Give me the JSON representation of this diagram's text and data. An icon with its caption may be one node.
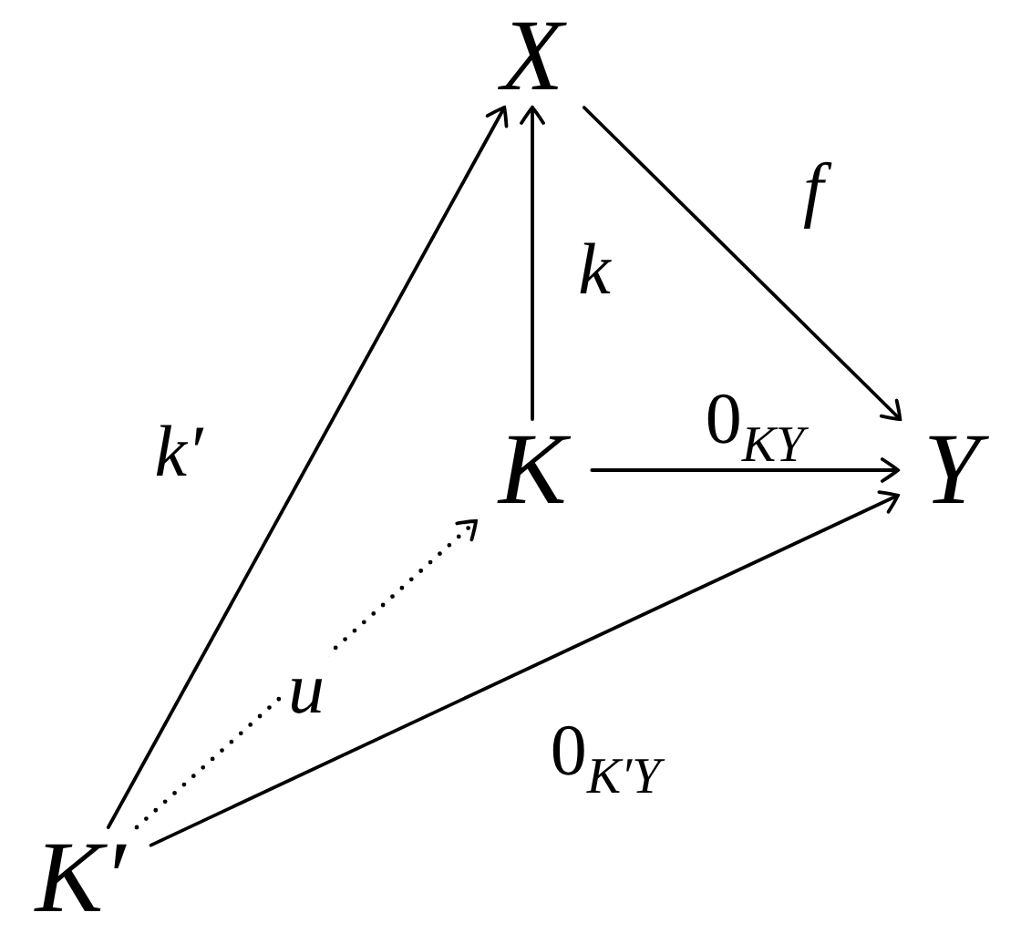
{
  "diagram": {
    "nodes": [
      {
        "text": [
          "X"
        ]
      },
      {
        "text": [
          "K"
        ]
      },
      {
        "text": [
          "Y"
        ]
      },
      {
        "text": [
          "K′"
        ]
      }
    ],
    "edges": [
      {
        "from": 1,
        "to": 0,
        "arrow": "to",
        "label": "k"
      },
      {
        "from": 0,
        "to": 2,
        "arrow": "to",
        "label": "f"
      },
      {
        "from": 1,
        "to": 2,
        "arrow": "to",
        "label": "0$_{KY}$"
      },
      {
        "from": 3,
        "to": 0,
        "arrow": "to",
        "label": "k′"
      },
      {
        "from": 3,
        "to": 2,
        "arrow": "to",
        "label": "0$_{K′Y}$"
      },
      {
        "from": 3,
        "to": 1,
        "arrow": "to",
        "label": "u",
        "style": "dashed"
      }
    ]
  }
}
